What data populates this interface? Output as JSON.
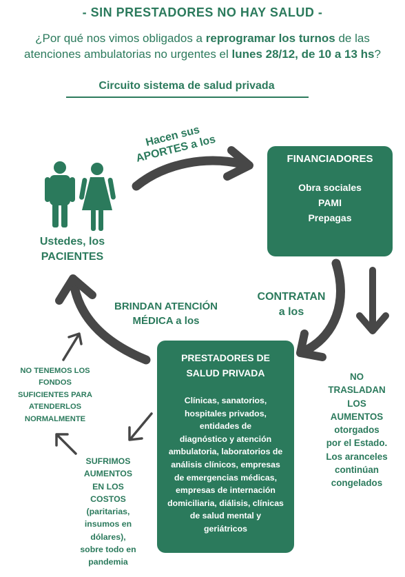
{
  "title": "- SIN PRESTADORES NO HAY SALUD -",
  "question": {
    "part1": "¿Por qué nos vimos obligados a ",
    "bold1": "reprogramar los turnos",
    "part2": " de las atenciones ambulatorias no urgentes el ",
    "bold2": "lunes 28/12, de 10 a 13 hs",
    "part3": "?"
  },
  "circuit_title": "Circuito sistema de salud privada",
  "patients": {
    "line1": "Ustedes, los",
    "line2": "PACIENTES",
    "icons": [
      "man-icon",
      "woman-icon"
    ]
  },
  "aportes": {
    "line1": "Hacen sus",
    "line2": "APORTES a los"
  },
  "financiadores": {
    "title": "FINANCIADORES",
    "items": [
      "Obra sociales",
      "PAMI",
      "Prepagas"
    ]
  },
  "contratan": {
    "line1": "CONTRATAN",
    "line2": "a los"
  },
  "prestadores": {
    "title_line1": "PRESTADORES DE",
    "title_line2": "SALUD PRIVADA",
    "desc": [
      "Clínicas, sanatorios,",
      "hospitales privados,",
      "entidades de",
      "diagnóstico y atención",
      "ambulatoria, laboratorios de",
      "análisis clínicos, empresas",
      "de emergencias médicas,",
      "empresas de internación",
      "domiciliaria, diálisis, clínicas",
      "de salud mental y",
      "geriátricos"
    ]
  },
  "brindan": {
    "line1": "BRINDAN ATENCIÓN",
    "line2": "MÉDICA a los"
  },
  "no_fondos": [
    "NO TENEMOS LOS",
    "FONDOS",
    "SUFICIENTES PARA",
    "ATENDERLOS",
    "NORMALMENTE"
  ],
  "sufrimos": [
    "SUFRIMOS",
    "AUMENTOS",
    "EN LOS",
    "COSTOS",
    "(paritarias,",
    "insumos en",
    "dólares),",
    "sobre todo en",
    "pandemia"
  ],
  "no_trasladan": [
    "NO",
    "TRASLADAN",
    "LOS",
    "AUMENTOS",
    "otorgados",
    "por el Estado.",
    "Los aranceles",
    "continúan",
    "congelados"
  ],
  "colors": {
    "primary_green": "#2b7a5c",
    "arrow_dark": "#474747",
    "text_white": "#ffffff"
  }
}
